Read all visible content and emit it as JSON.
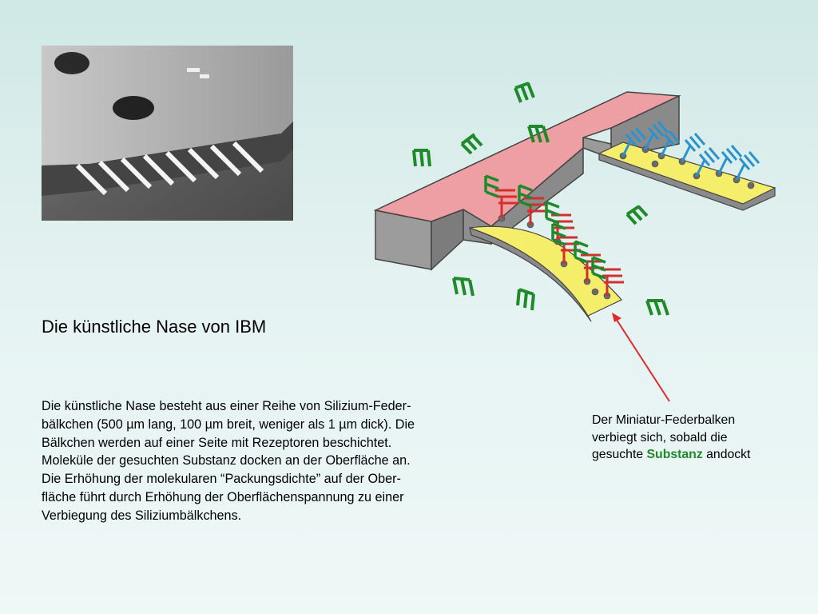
{
  "title": "Die künstliche Nase von IBM",
  "description_lines": [
    "Die künstliche Nase besteht aus einer Reihe von Silizium-Feder-",
    "bälkchen (500 µm lang, 100 µm breit, weniger als 1 µm dick). Die",
    "Bälkchen werden auf einer Seite mit Rezeptoren beschichtet.",
    "Moleküle der gesuchten Substanz docken an der Oberfläche an.",
    "Die Erhöhung der molekularen “Packungsdichte” auf der Ober-",
    "fläche führt durch Erhöhung der Oberflächenspannung zu einer",
    "Verbiegung des Siliziumbälkchens."
  ],
  "caption": {
    "line1": "Der Miniatur-Federbalken",
    "line2": "verbiegt sich, sobald die",
    "line3_prefix": "gesuchte ",
    "highlight": "Substanz",
    "line3_suffix": " andockt"
  },
  "colors": {
    "beam_top": "#ee9fa4",
    "coating": "#f4ee6a",
    "substance": "#1f8a2a",
    "receptor_bound": "#d32f2f",
    "receptor_free": "#2a93cf",
    "arrow": "#e0282e"
  }
}
